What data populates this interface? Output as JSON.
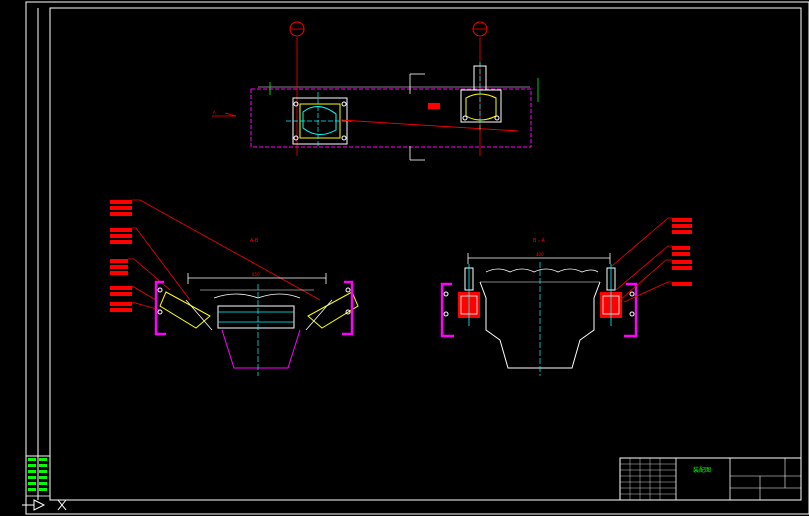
{
  "drawing": {
    "section_top_left_label": "A-B",
    "section_top_right_label": "B - A",
    "dim_top_left": "850",
    "dim_top_right": "400",
    "title_block_name": "装配图",
    "view_arrow_label": "A"
  },
  "colors": {
    "background": "#000000",
    "frame": "#ffffff",
    "cyan": "#00ffff",
    "magenta": "#ff00ff",
    "red": "#ff0000",
    "green": "#00ff00",
    "yellow": "#ffff00"
  }
}
